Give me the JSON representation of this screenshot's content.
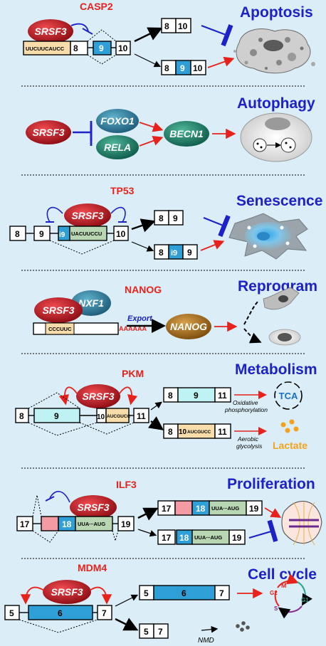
{
  "panels": [
    {
      "title": "Apoptosis",
      "gene": "CASP2"
    },
    {
      "title": "Autophagy"
    },
    {
      "title": "Senescence",
      "gene": "TP53"
    },
    {
      "title": "Reprogram",
      "gene": "NANOG"
    },
    {
      "title": "Metabolism",
      "gene": "PKM"
    },
    {
      "title": "Proliferation",
      "gene": "ILF3"
    },
    {
      "title": "Cell cycle",
      "gene": "MDM4"
    }
  ],
  "proteins": {
    "srsf3": "SRSF3",
    "foxo1": "FOXO1",
    "rela": "RELA",
    "becn1": "BECN1",
    "nxf1": "NXF1",
    "nanog": "NANOG"
  },
  "exons": {
    "n5": "5",
    "n6": "6",
    "n7": "7",
    "n8": "8",
    "n9": "9",
    "n10": "10",
    "n11": "11",
    "n17": "17",
    "n18": "18",
    "n19": "19",
    "i9": "i9"
  },
  "motifs": {
    "casp2": "UUCUUCAUCC",
    "tp53": "UACUUCCU",
    "nanog": "CCCUUC",
    "polya": "AAAAAA",
    "pkm": "AUCGUCC",
    "ilf3": "UUA∙∙∙AUG"
  },
  "labels": {
    "export": "Export",
    "oxphos_1": "Oxidative",
    "oxphos_2": "phosphorylation",
    "glyco_1": "Aerobic",
    "glyco_2": "glycolysis",
    "tca": "TCA",
    "lactate": "Lactate",
    "nmd": "NMD",
    "g1": "G1",
    "s": "S",
    "g2": "G2",
    "m": "M"
  },
  "colors": {
    "title": "#1c22c8",
    "gene": "#e8211b",
    "srsf3": "#b0141c",
    "exon_blue": "#2f9fd8",
    "exon_cyan": "#bff3f3",
    "motif_beige": "#f8ddaa",
    "motif_green": "#b8d6b2",
    "exon_pink": "#f49aa2",
    "arrow_red": "#e8211b",
    "inhibit_blue": "#1c22c8",
    "lactate": "#f4a21c"
  }
}
